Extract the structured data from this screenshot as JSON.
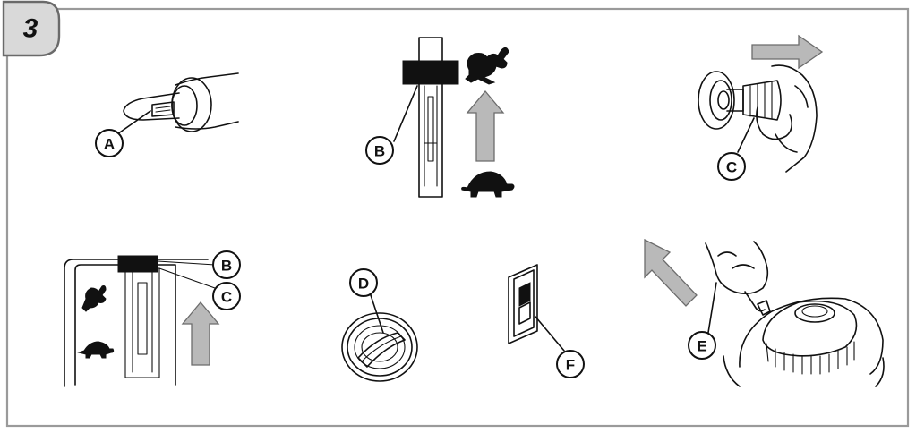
{
  "step": {
    "number": "3"
  },
  "callouts": {
    "a": "A",
    "b": "B",
    "c": "C",
    "d": "D",
    "e": "E",
    "f": "F"
  },
  "colors": {
    "frame": "#9a9a9a",
    "badge_fill": "#d9d9d9",
    "arrow_fill": "#b9b9b9",
    "ink": "#111111"
  },
  "icons": {
    "fast": "rabbit-icon",
    "slow": "turtle-icon",
    "direction": "gray-arrow-icon"
  }
}
